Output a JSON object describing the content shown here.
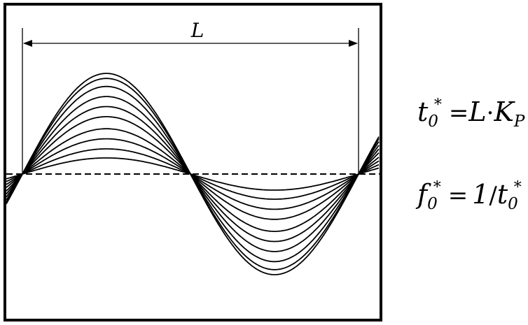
{
  "diagram": {
    "length_label": "L",
    "wave": {
      "amplitudes": [
        0.16,
        0.25,
        0.35,
        0.45,
        0.57,
        0.67,
        0.77,
        0.87,
        0.95,
        1.0
      ],
      "periods_between_markers": 1,
      "phase_zero_at_left_marker": true
    },
    "baseline": "dashed"
  },
  "equations": {
    "eq1": {
      "t": "t",
      "t_sub": "0",
      "t_sup": "*",
      "equals": "=",
      "L": "L",
      "dot": "·",
      "K": "K",
      "K_sub": "P"
    },
    "eq2": {
      "f": "f",
      "f_sub": "0",
      "f_sup": "*",
      "equals": "=",
      "one": "1",
      "slash": "/",
      "t": "t",
      "t_sub": "0",
      "t_sup": "*"
    }
  }
}
